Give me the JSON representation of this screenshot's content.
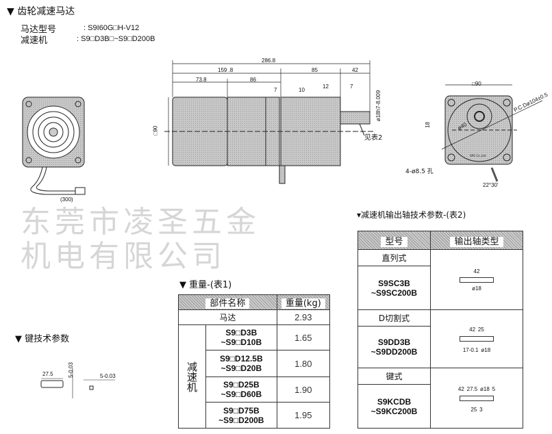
{
  "title": "齿轮减速马达",
  "specs": [
    {
      "label": "马达型号",
      "value": ": S9I60G□H-V12"
    },
    {
      "label": "减速机",
      "value": ": S9□D3B□~S9□D200B"
    }
  ],
  "watermark": "东莞市凌圣五金机电有限公司",
  "fan_view": {
    "cable_length": "(300)"
  },
  "side_view": {
    "dims": {
      "total": "286.8",
      "a": "159 .8",
      "b": "85",
      "c": "42",
      "d": "73.8",
      "e": "86",
      "f": "7",
      "g": "10",
      "h": "12",
      "i": "7",
      "height": "□90",
      "shaft": "ø18h7-8.009"
    },
    "note": "见表2"
  },
  "front_view": {
    "width": "□90",
    "offset": "18",
    "boss": "ø40",
    "pcd": "P.C.Dø104±0.5",
    "holes": "4-ø8.5 孔",
    "angle": "22°30'",
    "brand": "SPG Co.,Ltd"
  },
  "table2": {
    "title": "减速机输出轴技术参数-(表2)",
    "headers": [
      "型号",
      "输出轴类型"
    ],
    "rows": [
      {
        "type": "直列式",
        "model1": "S9SC3B",
        "model2": "~S9SC200B",
        "dims": [
          "42",
          "ø18"
        ]
      },
      {
        "type": "D切割式",
        "model1": "S9DD3B",
        "model2": "~S9DD200B",
        "dims": [
          "42",
          "25",
          "17-0.1",
          "ø18"
        ]
      },
      {
        "type": "键式",
        "model1": "S9KCDB",
        "model2": "~S9KC200B",
        "dims": [
          "42",
          "27.5",
          "ø18",
          "5",
          "25",
          "3"
        ]
      }
    ]
  },
  "table1": {
    "title": "重量-(表1)",
    "headers": [
      "部件名称",
      "重量(kg)"
    ],
    "motor": {
      "label": "马达",
      "weight": "2.93"
    },
    "reducer_label": "减速机",
    "rows": [
      {
        "model1": "S9□D3B",
        "model2": "~S9□D10B",
        "weight": "1.65"
      },
      {
        "model1": "S9□D12.5B",
        "model2": "~S9□D20B",
        "weight": "1.80"
      },
      {
        "model1": "S9□D25B",
        "model2": "~S9□D60B",
        "weight": "1.90"
      },
      {
        "model1": "S9□D75B",
        "model2": "~S9□D200B",
        "weight": "1.95"
      }
    ]
  },
  "key": {
    "title": "键技术参数",
    "length": "27.5",
    "height": "5-0.03",
    "width": "5-0.03"
  }
}
